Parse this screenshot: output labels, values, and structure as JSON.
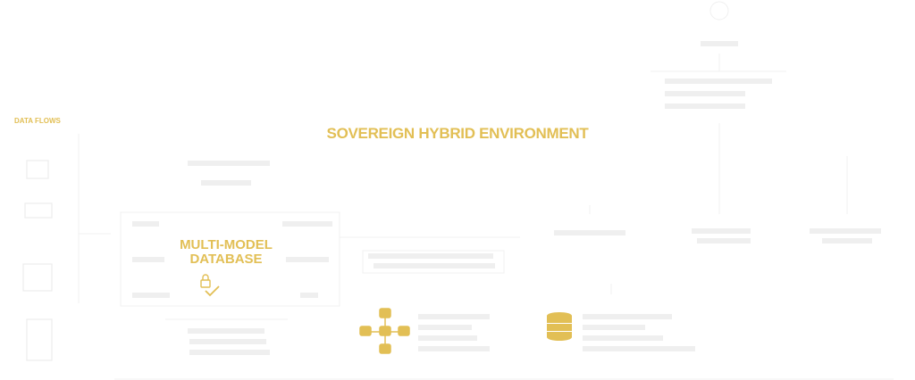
{
  "diagram": {
    "title": "SOVEREIGN HYBRID ENVIRONMENT",
    "data_flows_label": "DATA FLOWS",
    "database_title_line1": "MULTI-MODEL",
    "database_title_line2": "DATABASE"
  },
  "colors": {
    "accent_gold": "#e2bf55",
    "faint_line": "#efefef",
    "background": "#ffffff"
  },
  "icons": [
    "database-stack-icon",
    "node-network-icon",
    "lock-icon",
    "check-icon",
    "user-icon"
  ]
}
